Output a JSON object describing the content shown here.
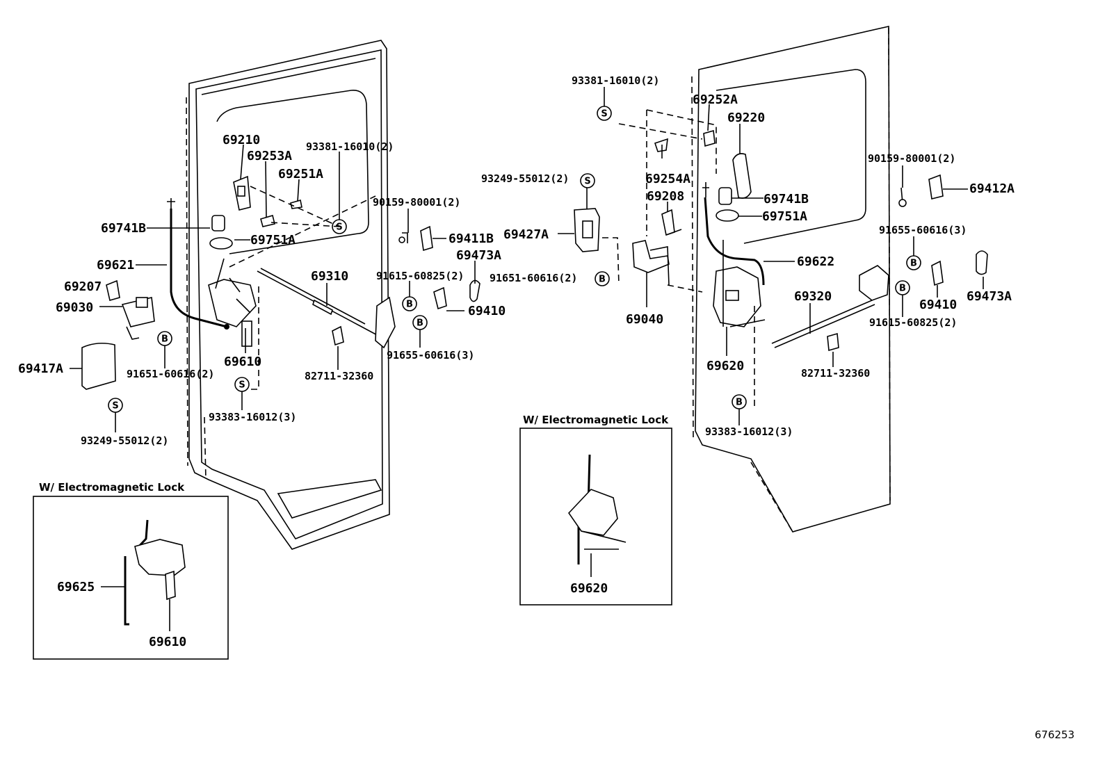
{
  "diagram_id": "676253",
  "boxes": {
    "left_title": "W/ Electromagnetic Lock",
    "center_title": "W/ Electromagnetic Lock"
  },
  "symbols": {
    "bolt": "B",
    "screw": "S"
  },
  "labels": {
    "p69210": "69210",
    "p69253A": "69253A",
    "p93381_left": "93381-16010(2)",
    "p69251A": "69251A",
    "p69741B_left": "69741B",
    "p69751A_left": "69751A",
    "p69621": "69621",
    "p69207": "69207",
    "p69030": "69030",
    "p69417A": "69417A",
    "p91651_left": "91651-60616(2)",
    "p93249_left": "93249-55012(2)",
    "p69610": "69610",
    "p93383_left": "93383-16012(3)",
    "p69310": "69310",
    "p90159_left": "90159-80001(2)",
    "p69411B": "69411B",
    "p69473A_left": "69473A",
    "p91615_left": "91615-60825(2)",
    "p69410_left": "69410",
    "p91655_left": "91655-60616(3)",
    "p82711_left": "82711-32360",
    "p69625": "69625",
    "p69610_box": "69610",
    "p93249_center": "93249-55012(2)",
    "p69427A": "69427A",
    "p91651_center": "91651-60616(2)",
    "p69040": "69040",
    "p69620_box": "69620",
    "p93381_right": "93381-16010(2)",
    "p69252A": "69252A",
    "p69220": "69220",
    "p69254A": "69254A",
    "p69208": "69208",
    "p69741B_right": "69741B",
    "p69751A_right": "69751A",
    "p69622": "69622",
    "p90159_right": "90159-80001(2)",
    "p69412A": "69412A",
    "p91655_right": "91655-60616(3)",
    "p69410_right": "69410",
    "p69473A_right": "69473A",
    "p91615_right": "91615-60825(2)",
    "p69320": "69320",
    "p82711_right": "82711-32360",
    "p69620": "69620",
    "p93383_right": "93383-16012(3)"
  }
}
